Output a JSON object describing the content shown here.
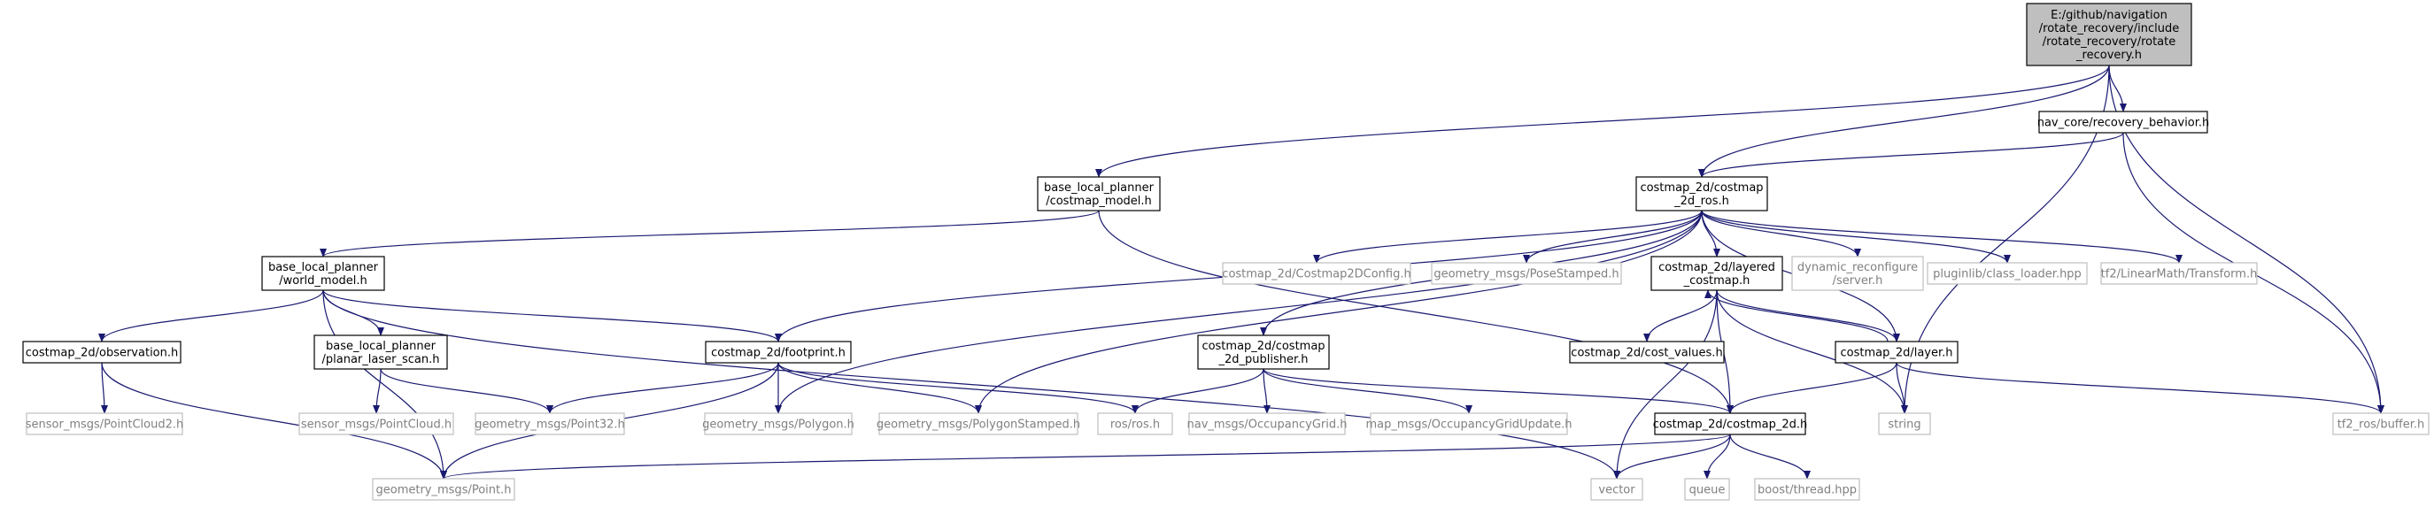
{
  "colors": {
    "edge": "#191970",
    "root_fill": "#bfbfbf",
    "root_border": "#000000",
    "node_border": "#000000",
    "external_border": "#bfbfbf",
    "text": "#000000",
    "external_text": "#808080",
    "background": "#ffffff"
  },
  "nodes": {
    "rotate_recovery": {
      "lines": [
        "E:/github/navigation",
        "/rotate_recovery/include",
        "/rotate_recovery/rotate",
        "_recovery.h"
      ],
      "style": "root"
    },
    "nav_core_recovery": {
      "lines": [
        "nav_core/recovery_behavior.h"
      ],
      "style": "normal"
    },
    "base_local_planner_costmap_model": {
      "lines": [
        "base_local_planner",
        "/costmap_model.h"
      ],
      "style": "normal"
    },
    "costmap_2d_ros": {
      "lines": [
        "costmap_2d/costmap",
        "_2d_ros.h"
      ],
      "style": "normal"
    },
    "base_local_planner_world_model": {
      "lines": [
        "base_local_planner",
        "/world_model.h"
      ],
      "style": "normal"
    },
    "costmap2dconfig": {
      "lines": [
        "costmap_2d/Costmap2DConfig.h"
      ],
      "style": "external"
    },
    "posestamped": {
      "lines": [
        "geometry_msgs/PoseStamped.h"
      ],
      "style": "external"
    },
    "layered_costmap": {
      "lines": [
        "costmap_2d/layered",
        "_costmap.h"
      ],
      "style": "normal"
    },
    "dynamic_reconfigure": {
      "lines": [
        "dynamic_reconfigure",
        "/server.h"
      ],
      "style": "external"
    },
    "class_loader": {
      "lines": [
        "pluginlib/class_loader.hpp"
      ],
      "style": "external"
    },
    "transform": {
      "lines": [
        "tf2/LinearMath/Transform.h"
      ],
      "style": "external"
    },
    "observation": {
      "lines": [
        "costmap_2d/observation.h"
      ],
      "style": "normal"
    },
    "planar_laser_scan": {
      "lines": [
        "base_local_planner",
        "/planar_laser_scan.h"
      ],
      "style": "normal"
    },
    "footprint": {
      "lines": [
        "costmap_2d/footprint.h"
      ],
      "style": "normal"
    },
    "costmap_2d_publisher": {
      "lines": [
        "costmap_2d/costmap",
        "_2d_publisher.h"
      ],
      "style": "normal"
    },
    "cost_values": {
      "lines": [
        "costmap_2d/cost_values.h"
      ],
      "style": "normal"
    },
    "layer": {
      "lines": [
        "costmap_2d/layer.h"
      ],
      "style": "normal"
    },
    "pointcloud2": {
      "lines": [
        "sensor_msgs/PointCloud2.h"
      ],
      "style": "external"
    },
    "pointcloud": {
      "lines": [
        "sensor_msgs/PointCloud.h"
      ],
      "style": "external"
    },
    "point32": {
      "lines": [
        "geometry_msgs/Point32.h"
      ],
      "style": "external"
    },
    "polygon": {
      "lines": [
        "geometry_msgs/Polygon.h"
      ],
      "style": "external"
    },
    "polygonstamped": {
      "lines": [
        "geometry_msgs/PolygonStamped.h"
      ],
      "style": "external"
    },
    "ros": {
      "lines": [
        "ros/ros.h"
      ],
      "style": "external"
    },
    "occupancygrid": {
      "lines": [
        "nav_msgs/OccupancyGrid.h"
      ],
      "style": "external"
    },
    "occupancygridupdate": {
      "lines": [
        "map_msgs/OccupancyGridUpdate.h"
      ],
      "style": "external"
    },
    "costmap_2d": {
      "lines": [
        "costmap_2d/costmap_2d.h"
      ],
      "style": "normal"
    },
    "string": {
      "lines": [
        "string"
      ],
      "style": "external"
    },
    "tf2_ros_buffer": {
      "lines": [
        "tf2_ros/buffer.h"
      ],
      "style": "external"
    },
    "point": {
      "lines": [
        "geometry_msgs/Point.h"
      ],
      "style": "external"
    },
    "vector": {
      "lines": [
        "vector"
      ],
      "style": "external"
    },
    "queue": {
      "lines": [
        "queue"
      ],
      "style": "external"
    },
    "boost_thread": {
      "lines": [
        "boost/thread.hpp"
      ],
      "style": "external"
    }
  }
}
